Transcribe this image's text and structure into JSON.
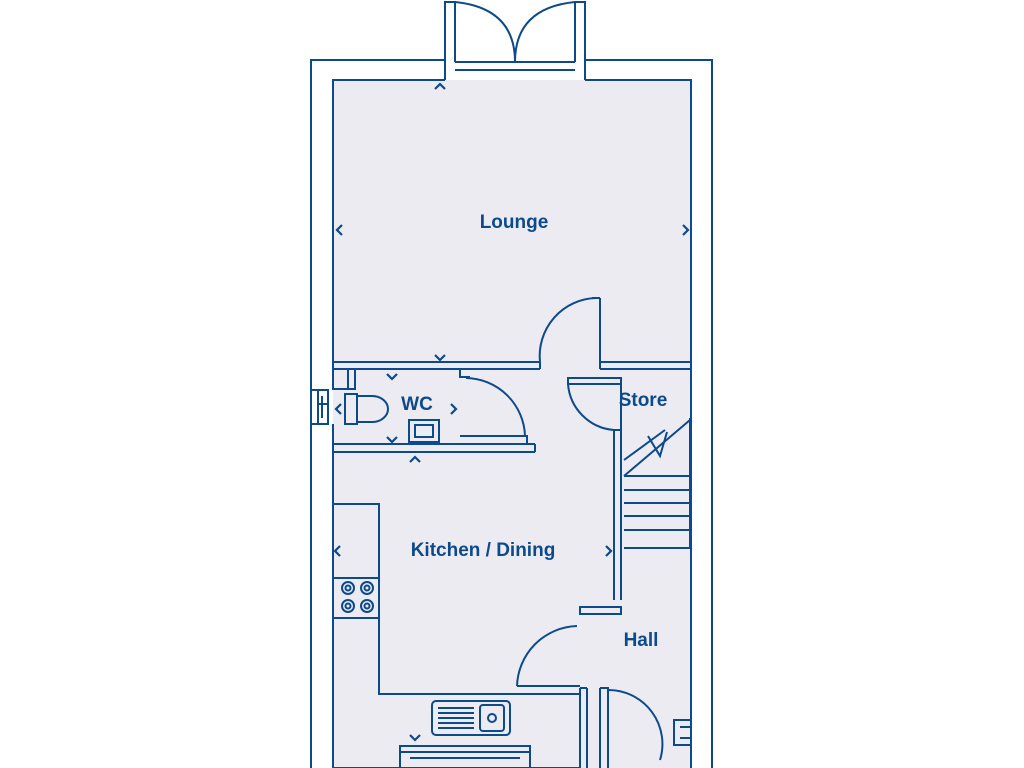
{
  "rooms": {
    "lounge": "Lounge",
    "wc": "WC",
    "store": "Store",
    "kitchen_dining": "Kitchen / Dining",
    "hall": "Hall"
  },
  "colors": {
    "wall": "#0d4a8c",
    "floor": "#ecebf2",
    "background": "#ffffff"
  },
  "icons": [
    "toilet-icon",
    "basin-icon",
    "hob-icon",
    "sink-icon",
    "staircase-icon",
    "door-swing-icon",
    "french-doors-icon",
    "window-icon",
    "dimension-arrow-icon"
  ]
}
